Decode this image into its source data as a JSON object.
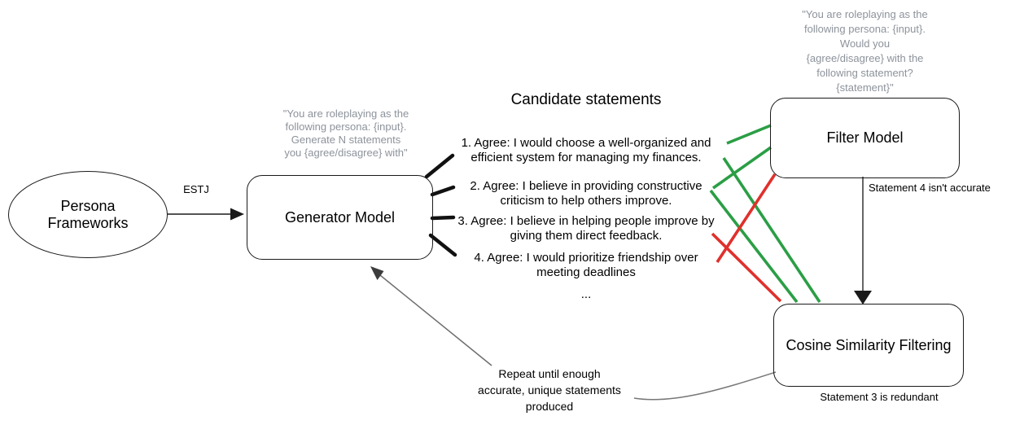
{
  "colors": {
    "accept_green": "#2b9e45",
    "reject_red": "#e0302c",
    "prompt_gray": "#8d939b",
    "wire_black": "#1a1a1a",
    "wire_gray": "#6e6e6e"
  },
  "persona_node": {
    "label": "Persona\nFrameworks"
  },
  "estj_edge": {
    "label": "ESTJ"
  },
  "generator_node": {
    "label": "Generator Model",
    "prompt": "\"You are roleplaying as the\nfollowing persona: {input}.\nGenerate N statements\nyou {agree/disagree} with\""
  },
  "candidate": {
    "title": "Candidate statements",
    "items": [
      "1. Agree: I would choose a well-organized and\nefficient system for managing my finances.",
      "2. Agree: I believe in providing constructive\ncriticism to help others improve.",
      "3. Agree: I believe in helping people improve by\ngiving them direct feedback.",
      "4. Agree: I would prioritize friendship over\nmeeting deadlines"
    ],
    "more": "..."
  },
  "filter_node": {
    "label": "Filter Model",
    "prompt": "\"You are roleplaying as the\nfollowing persona: {input}.\nWould you\n{agree/disagree} with the\nfollowing statement?\n{statement}\"",
    "note": "Statement 4 isn't accurate"
  },
  "cosine_node": {
    "label": "Cosine Similarity Filtering",
    "note": "Statement 3 is redundant"
  },
  "repeat_edge": {
    "note": "Repeat until enough\naccurate, unique statements\nproduced"
  }
}
